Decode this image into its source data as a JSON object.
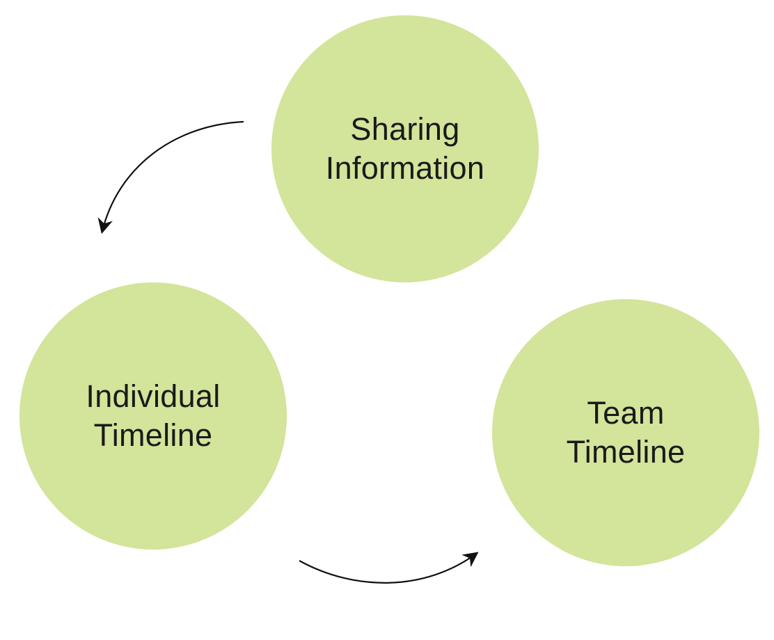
{
  "diagram": {
    "nodes": [
      {
        "id": "sharing-information",
        "label": "Sharing\nInformation"
      },
      {
        "id": "individual-timeline",
        "label": "Individual\nTimeline"
      },
      {
        "id": "team-timeline",
        "label": "Team\nTimeline"
      }
    ],
    "edges": [
      {
        "from": "sharing-information",
        "to": "individual-timeline"
      },
      {
        "from": "individual-timeline",
        "to": "team-timeline"
      }
    ]
  },
  "colors": {
    "node_fill": "#d3e49b",
    "arrow": "#111111",
    "background": "#ffffff"
  }
}
